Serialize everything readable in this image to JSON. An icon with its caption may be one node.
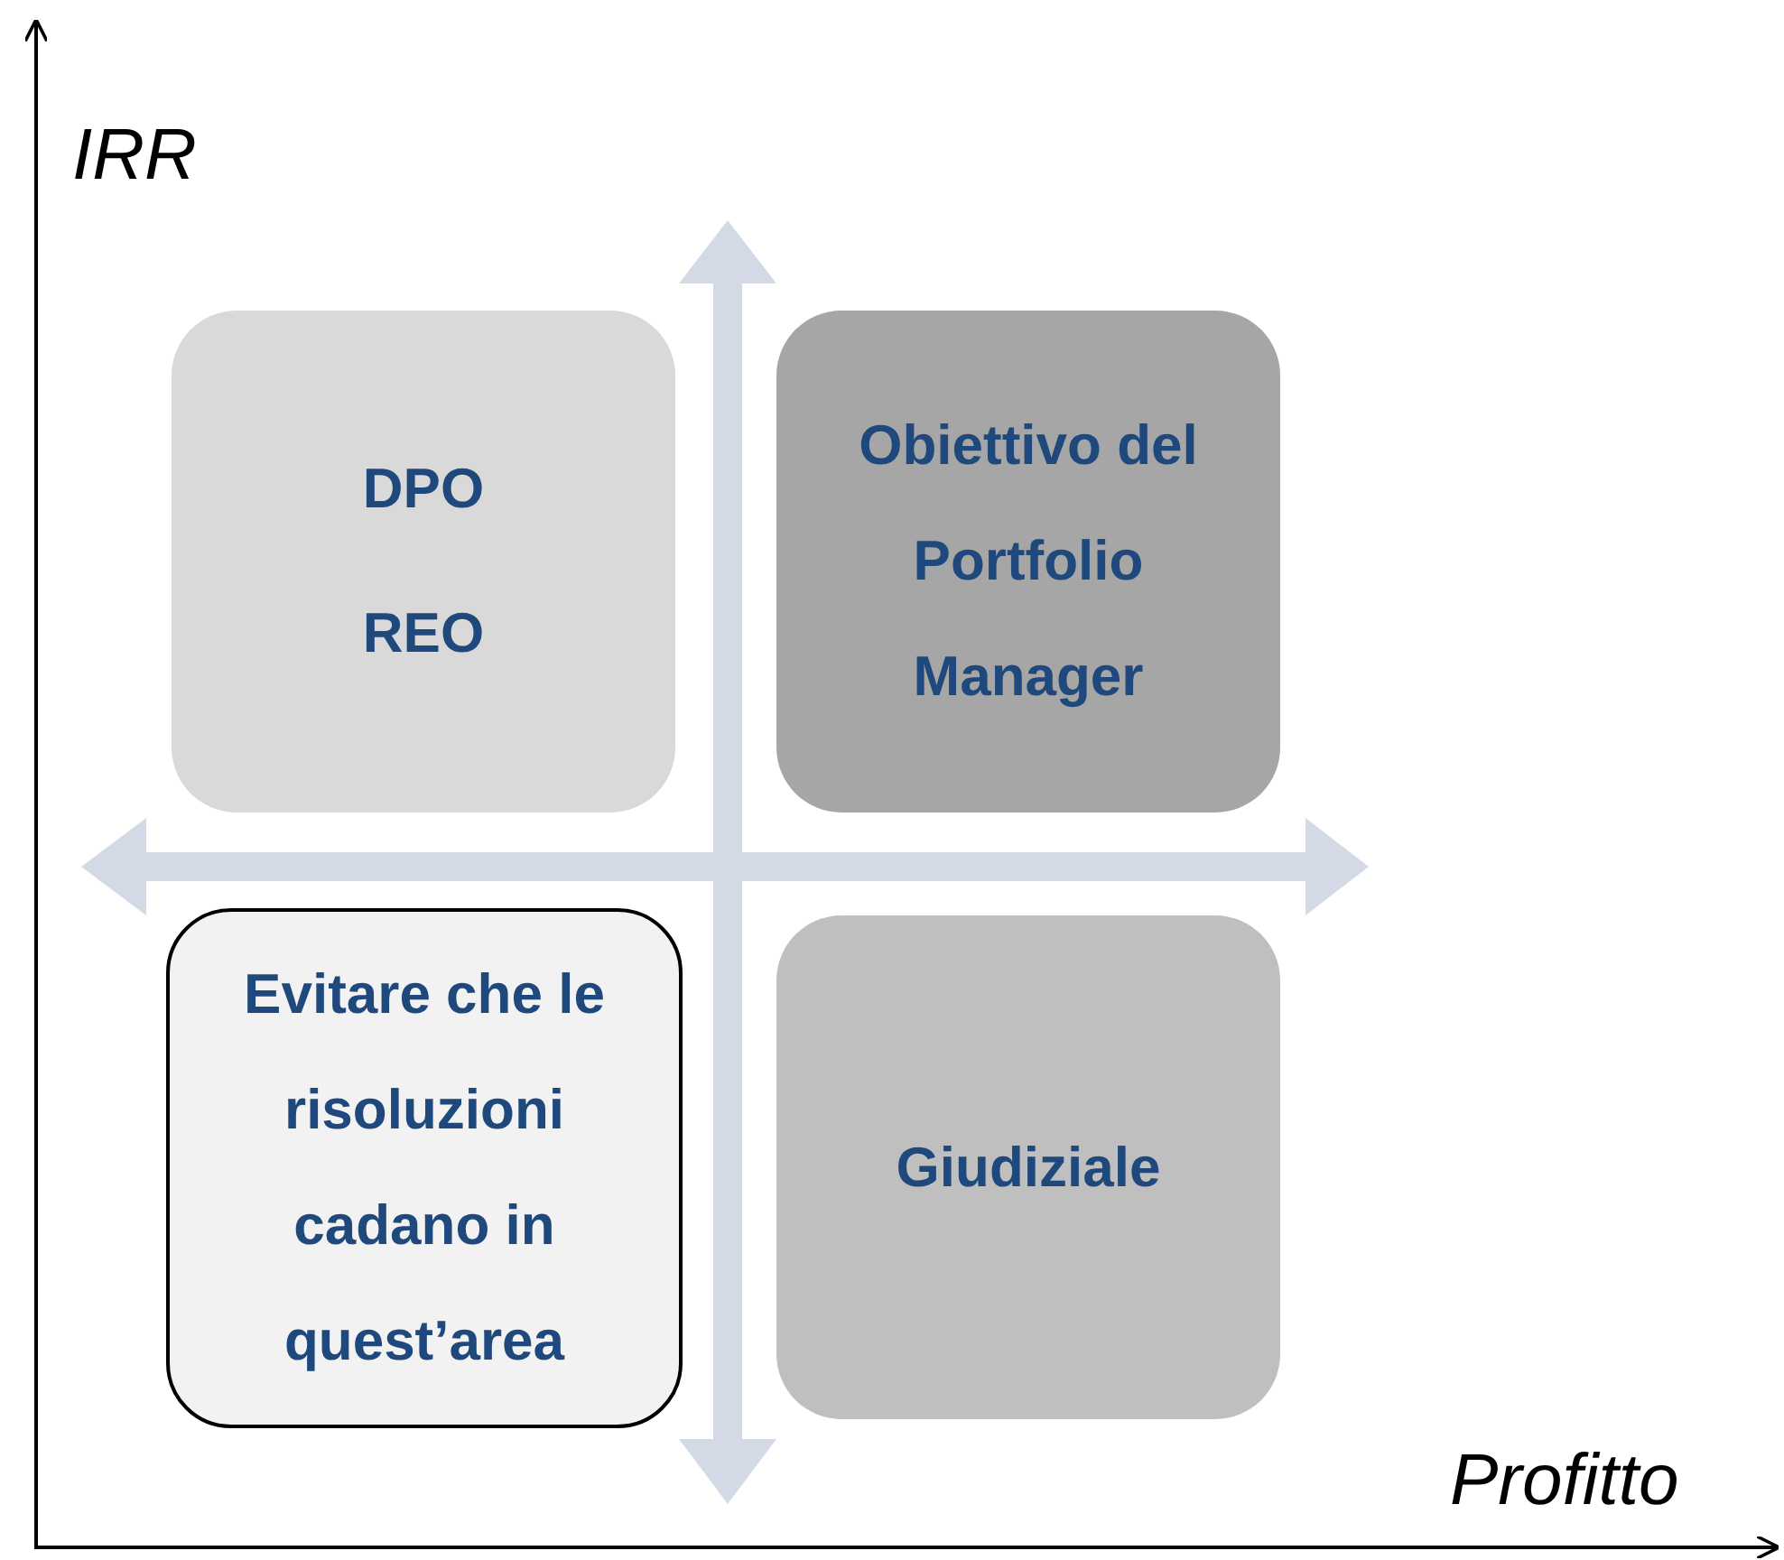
{
  "diagram": {
    "nodes": [
      {
        "text": [
          "DPO",
          "REO"
        ]
      },
      {
        "text": [
          "Obiettivo del Portfolio Manager"
        ]
      },
      {
        "text": [
          "Evitare che le risoluzioni cadano in quest’area"
        ]
      },
      {
        "text": [
          "Giudiziale"
        ]
      }
    ],
    "edges": [],
    "labels": [
      "IRR",
      "Profitto"
    ]
  }
}
